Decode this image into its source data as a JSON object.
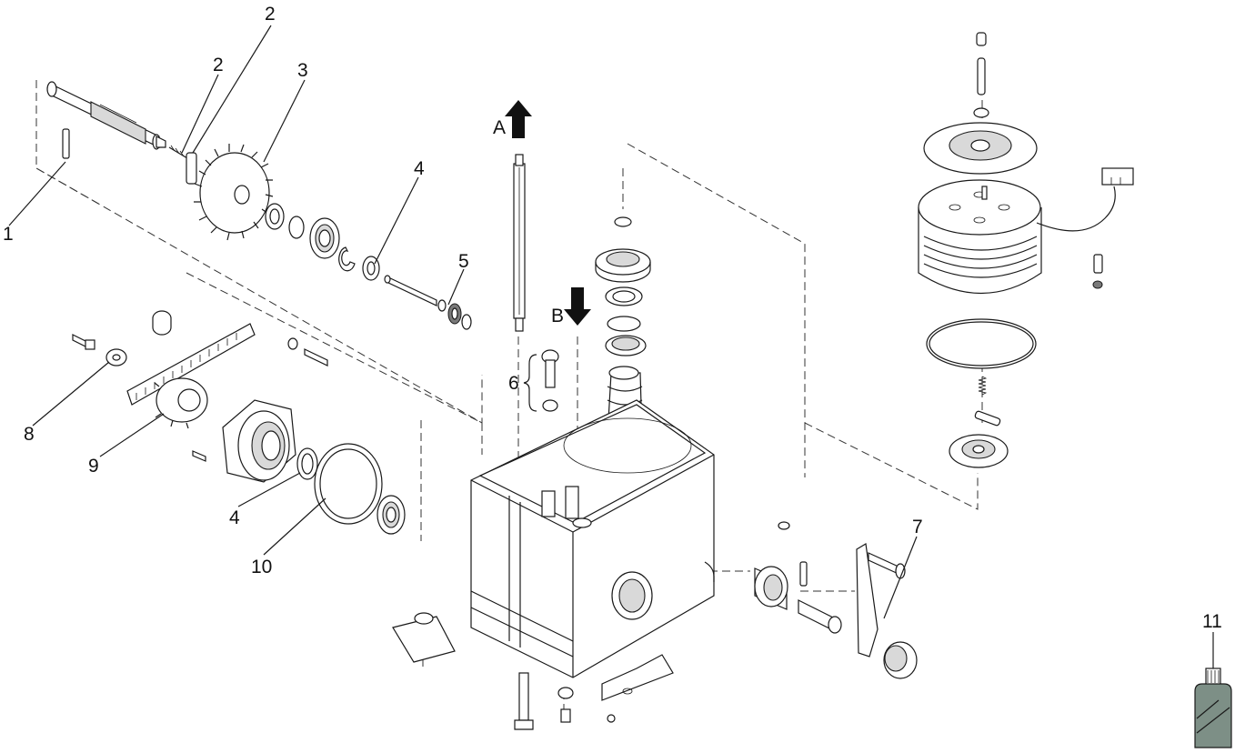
{
  "diagram": {
    "callouts": [
      {
        "id": "c1",
        "text": "1"
      },
      {
        "id": "c2a",
        "text": "2"
      },
      {
        "id": "c2b",
        "text": "2"
      },
      {
        "id": "c3",
        "text": "3"
      },
      {
        "id": "c4a",
        "text": "4"
      },
      {
        "id": "c4b",
        "text": "4"
      },
      {
        "id": "c5",
        "text": "5"
      },
      {
        "id": "c6",
        "text": "6"
      },
      {
        "id": "c7",
        "text": "7"
      },
      {
        "id": "c8",
        "text": "8"
      },
      {
        "id": "c9",
        "text": "9"
      },
      {
        "id": "c10",
        "text": "10"
      },
      {
        "id": "c11",
        "text": "11"
      }
    ],
    "direction_labels": {
      "a": "A",
      "b": "B"
    },
    "colors": {
      "line": "#1a1a1a",
      "shade": "#d9d9d9",
      "bottle": "#7d8f86"
    }
  }
}
